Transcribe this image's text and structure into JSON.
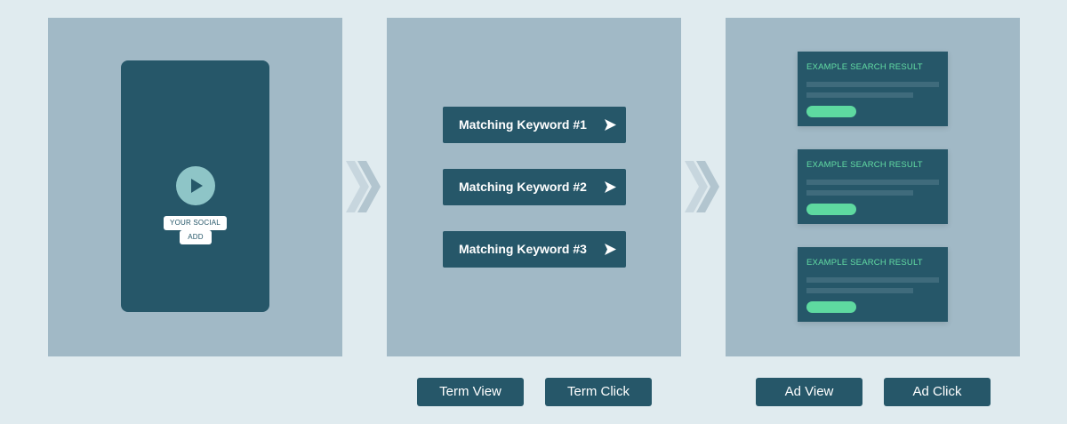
{
  "social_ad": {
    "label_line_1": "YOUR SOCIAL",
    "label_line_2": "ADD",
    "icon": "play-icon"
  },
  "keywords": [
    {
      "label": "Matching Keyword #1"
    },
    {
      "label": "Matching Keyword #2"
    },
    {
      "label": "Matching Keyword #3"
    }
  ],
  "search_results": [
    {
      "title": "EXAMPLE SEARCH RESULT"
    },
    {
      "title": "EXAMPLE SEARCH RESULT"
    },
    {
      "title": "EXAMPLE SEARCH RESULT"
    }
  ],
  "metrics": {
    "term_view": "Term View",
    "term_click": "Term Click",
    "ad_view": "Ad View",
    "ad_click": "Ad Click"
  },
  "colors": {
    "background": "#e0ebef",
    "panel": "#a1b9c6",
    "dark_teal": "#265769",
    "accent_green": "#5ed9a0",
    "play_circle": "#8ec5c7"
  }
}
